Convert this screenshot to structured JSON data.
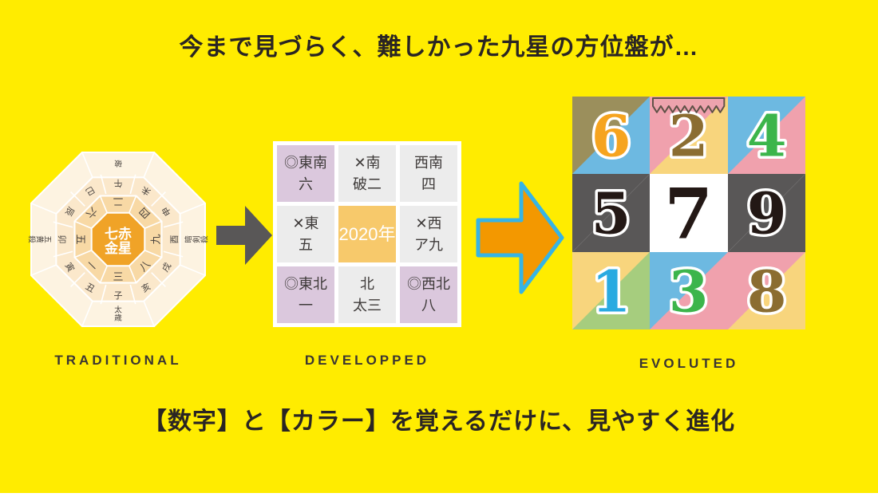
{
  "colors": {
    "background": "#ffec00",
    "headline_text": "#2a2523",
    "label_text": "#3a3532",
    "arrow_gray": "#595757",
    "arrow_orange_fill": "#f39800",
    "arrow_orange_stroke": "#36b4e5",
    "bottom_strip": "#ffffff"
  },
  "headline_top": "今まで見づらく、難しかった九星の方位盤が…",
  "headline_bottom": "【数字】と【カラー】を覚えるだけに、見やすく進化",
  "traditional": {
    "label": "TRADITIONAL",
    "center_star": [
      "七赤",
      "金星"
    ],
    "ring_colors": {
      "outer": "#fdf3e1",
      "zodiac": "#fbe8cb",
      "number": "#f8d9a5",
      "center": "#f0a327",
      "text": "#4a4440",
      "center_text": "#ffffff",
      "divider": "#ffffff"
    },
    "number_ring": [
      {
        "text": "二",
        "angle": 0
      },
      {
        "text": "四",
        "angle": 45
      },
      {
        "text": "九",
        "angle": 90
      },
      {
        "text": "八",
        "angle": 135
      },
      {
        "text": "三",
        "angle": 180
      },
      {
        "text": "一",
        "angle": 225
      },
      {
        "text": "五",
        "angle": 270
      },
      {
        "text": "六",
        "angle": 315
      }
    ],
    "zodiac_ring": [
      {
        "text": "午",
        "angle": 0
      },
      {
        "text": "未",
        "angle": 30
      },
      {
        "text": "申",
        "angle": 60
      },
      {
        "text": "酉",
        "angle": 90
      },
      {
        "text": "戌",
        "angle": 120
      },
      {
        "text": "亥",
        "angle": 150
      },
      {
        "text": "子",
        "angle": 180
      },
      {
        "text": "丑",
        "angle": 210
      },
      {
        "text": "寅",
        "angle": 240
      },
      {
        "text": "卯",
        "angle": 270
      },
      {
        "text": "辰",
        "angle": 300
      },
      {
        "text": "巳",
        "angle": 330
      }
    ],
    "outer_ring": [
      {
        "text": "破",
        "angle": 0
      },
      {
        "text": "暗剣殺",
        "angle": 90
      },
      {
        "text": "太歳",
        "angle": 180
      },
      {
        "text": "五黄殺",
        "angle": 270
      }
    ]
  },
  "developped": {
    "label": "DEVELOPPED",
    "cell_colors": {
      "good": "#dbc8dd",
      "normal": "#ececec",
      "center": "#f7c96b",
      "text": "#3e3a39",
      "center_text": "#ffffff"
    },
    "cells": [
      {
        "line1": "◎東南",
        "line2": "六",
        "type": "good"
      },
      {
        "line1": "✕南",
        "line2": "破二",
        "type": "normal"
      },
      {
        "line1": "西南",
        "line2": "四",
        "type": "normal"
      },
      {
        "line1": "✕東",
        "line2": "五",
        "type": "normal"
      },
      {
        "line1": "2020年",
        "line2": "",
        "type": "center"
      },
      {
        "line1": "✕西",
        "line2": "ア九",
        "type": "normal"
      },
      {
        "line1": "◎東北",
        "line2": "一",
        "type": "good"
      },
      {
        "line1": "北",
        "line2": "太三",
        "type": "normal"
      },
      {
        "line1": "◎西北",
        "line2": "八",
        "type": "good"
      }
    ]
  },
  "evoluted": {
    "label": "EVOLUTED",
    "ribbon_colors": {
      "fill": "#eda3ad",
      "stroke": "#5f5147"
    },
    "cells": [
      {
        "number": "6",
        "style": "split",
        "top_left": "#9b8f5c",
        "bottom_right": "#6db9e1",
        "number_color": "#f6a41f"
      },
      {
        "number": "2",
        "style": "split",
        "top_left": "#f0a1ad",
        "bottom_right": "#f8d57d",
        "number_color": "#8b6d31",
        "ribbon": true
      },
      {
        "number": "4",
        "style": "split",
        "top_left": "#6db9e1",
        "bottom_right": "#f0a1ad",
        "number_color": "#3cb54b"
      },
      {
        "number": "5",
        "style": "solid",
        "fill": "#595757",
        "number_color": "#231815"
      },
      {
        "number": "7",
        "style": "solid",
        "fill": "#ffffff",
        "number_color": "#231815",
        "large": true
      },
      {
        "number": "9",
        "style": "solid",
        "fill": "#595757",
        "number_color": "#231815"
      },
      {
        "number": "1",
        "style": "split",
        "top_left": "#f8d57d",
        "bottom_right": "#a6cd7e",
        "number_color": "#29aae1"
      },
      {
        "number": "3",
        "style": "split",
        "top_left": "#6db9e1",
        "bottom_right": "#f0a1ad",
        "number_color": "#3cb54b"
      },
      {
        "number": "8",
        "style": "split",
        "top_left": "#f0a1ad",
        "bottom_right": "#f8d57d",
        "number_color": "#8b6d31"
      }
    ]
  }
}
